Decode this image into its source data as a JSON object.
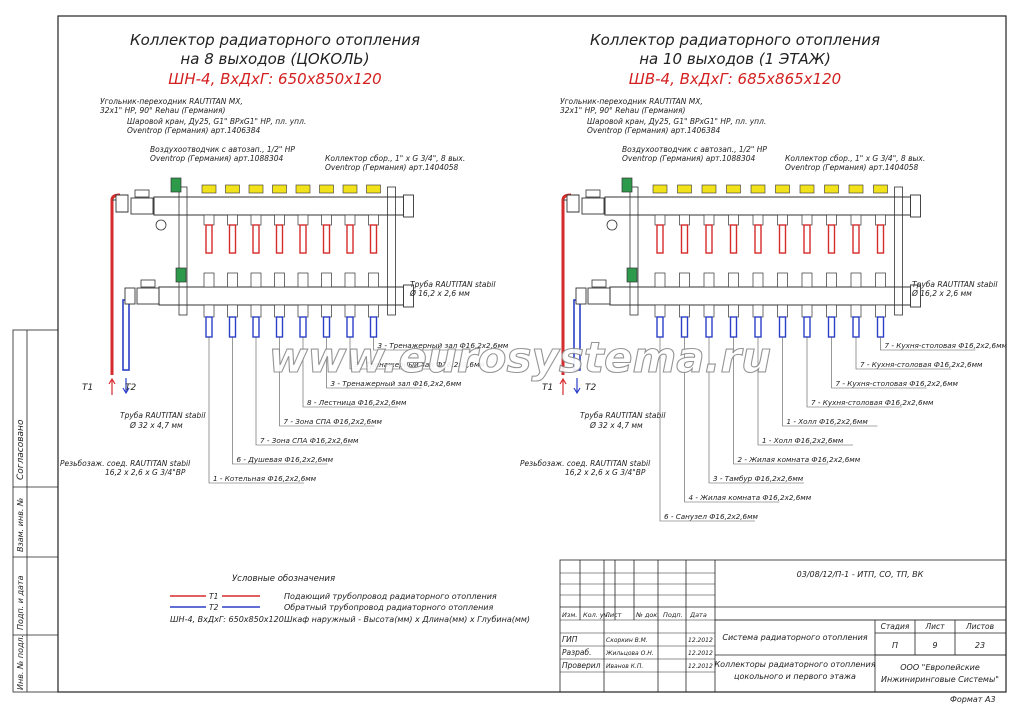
{
  "left": {
    "title1": "Коллектор радиаторного отопления",
    "title2": "на 8 выходов (ЦОКОЛЬ)",
    "title3": "ШН-4, ВхДхГ: 650х850х120",
    "callouts": {
      "angle1": "Угольник-переходник RAUTITAN MX,",
      "angle2": "32x1\" НР, 90° Rehau (Германия)",
      "valve1": "Шаровой кран, Ду25, G1\" ВРхG1\" НР, пл. упл.",
      "valve2": "Oventrop (Германия) арт.1406384",
      "vent1": "Воздухоотводчик с автозап., 1/2\" НР",
      "vent2": "Oventrop (Германия) арт.1088304",
      "coll1": "Коллектор сбор., 1\" х G 3/4\", 8 вых.",
      "coll2": "Oventrop (Германия) арт.1404058",
      "pipe1": "Труба RAUTITAN stabil",
      "pipe2": "Ø 16,2 x 2,6 мм",
      "main1": "Труба RAUTITAN stabil",
      "main2": "Ø 32 x 4,7 мм",
      "fit1": "Резьбозаж. соед. RAUTITAN stabil",
      "fit2": "16,2 x 2,6 x G 3/4\"ВР",
      "t1": "Т1",
      "t2": "Т2"
    },
    "outlets": [
      "3 - Тренажерный зал Ф16,2х2,6мм",
      "3 - Тренажерный зал Ф16,2х2,6мм",
      "3 - Тренажерный зал Ф16,2х2,6мм",
      "8 - Лестница Ф16,2х2,6мм",
      "7 - Зона СПА Ф16,2х2,6мм",
      "7 - Зона СПА Ф16,2х2,6мм",
      "6 - Душевая Ф16,2х2,6мм",
      "1 - Котельная Ф16,2х2,6мм"
    ]
  },
  "right": {
    "title1": "Коллектор радиаторного отопления",
    "title2": "на 10 выходов (1 ЭТАЖ)",
    "title3": "ШВ-4, ВхДхГ: 685х865х120",
    "callouts": {
      "angle1": "Угольник-переходник RAUTITAN MX,",
      "angle2": "32x1\" НР, 90° Rehau (Германия)",
      "valve1": "Шаровой кран, Ду25, G1\" ВРхG1\" НР, пл. упл.",
      "valve2": "Oventrop (Германия) арт.1406384",
      "vent1": "Воздухоотводчик с автозап., 1/2\" НР",
      "vent2": "Oventrop (Германия) арт.1088304",
      "coll1": "Коллектор сбор., 1\" х G 3/4\", 8 вых.",
      "coll2": "Oventrop (Германия) арт.1404058",
      "pipe1": "Труба RAUTITAN stabil",
      "pipe2": "Ø 16,2 x 2,6 мм",
      "main1": "Труба RAUTITAN stabil",
      "main2": "Ø 32 x 4,7 мм",
      "fit1": "Резьбозаж. соед. RAUTITAN stabil",
      "fit2": "16,2 x 2,6 x G 3/4\"ВР",
      "t1": "Т1",
      "t2": "Т2"
    },
    "outlets": [
      "7 - Кухня-столовая Ф16,2х2,6мм",
      "7 - Кухня-столовая Ф16,2х2,6мм",
      "7 - Кухня-столовая Ф16,2х2,6мм",
      "7 - Кухня-столовая Ф16,2х2,6мм",
      "1 - Холл Ф16,2х2,6мм",
      "1 - Холл Ф16,2х2,6мм",
      "2 - Жилая комната Ф16,2х2,6мм",
      "3 - Тамбур Ф16,2х2,6мм",
      "4 - Жилая комната Ф16,2х2,6мм",
      "6 - Санузел Ф16,2х2,6мм"
    ]
  },
  "watermark": "www.eurosystema.ru",
  "legend": {
    "title": "Условные обозначения",
    "t1_label": "Т1",
    "t2_label": "Т2",
    "supply": "Подающий трубопровод радиаторного отопления",
    "return": "Обратный трубопровод радиаторного отопления",
    "cabinet_code": "ШН-4, ВхДхГ: 650х850х120",
    "cabinet_desc": "Шкаф наружный - Высота(мм) х Длина(мм) х Глубина(мм)"
  },
  "side_stamps": [
    "Согласовано",
    "Взам. инв. №",
    "Подп. и дата",
    "Инв. № подл."
  ],
  "titleblock": {
    "code": "03/08/12/П-1 - ИТП, СО, ТП, ВК",
    "headers": [
      "Изм.",
      "Кол. уч.",
      "Лист",
      "№ док.",
      "Подп.",
      "Дата"
    ],
    "people": [
      {
        "role": "ГИП",
        "name": "Скоркин В.М.",
        "date": "12.2012"
      },
      {
        "role": "Разраб.",
        "name": "Жильцова О.Н.",
        "date": "12.2012"
      },
      {
        "role": "Проверил",
        "name": "Иванов К.П.",
        "date": "12.2012"
      }
    ],
    "system": "Система радиаторного отопления",
    "drawing1": "Коллекторы радиаторного отопления",
    "drawing2": "цокольного и первого этажа",
    "stage_h": "Стадия",
    "sheet_h": "Лист",
    "sheets_h": "Листов",
    "stage": "П",
    "sheet": "9",
    "sheets": "23",
    "org1": "ООО \"Европейские",
    "org2": "Инжиниринговые Системы\"",
    "format": "Формат   А3"
  },
  "colors": {
    "supply": "#d62b2b",
    "return": "#2b3fc9",
    "vent_green": "#2c9a4a",
    "cap_yellow": "#f2e21c",
    "red_title": "#d42020"
  }
}
